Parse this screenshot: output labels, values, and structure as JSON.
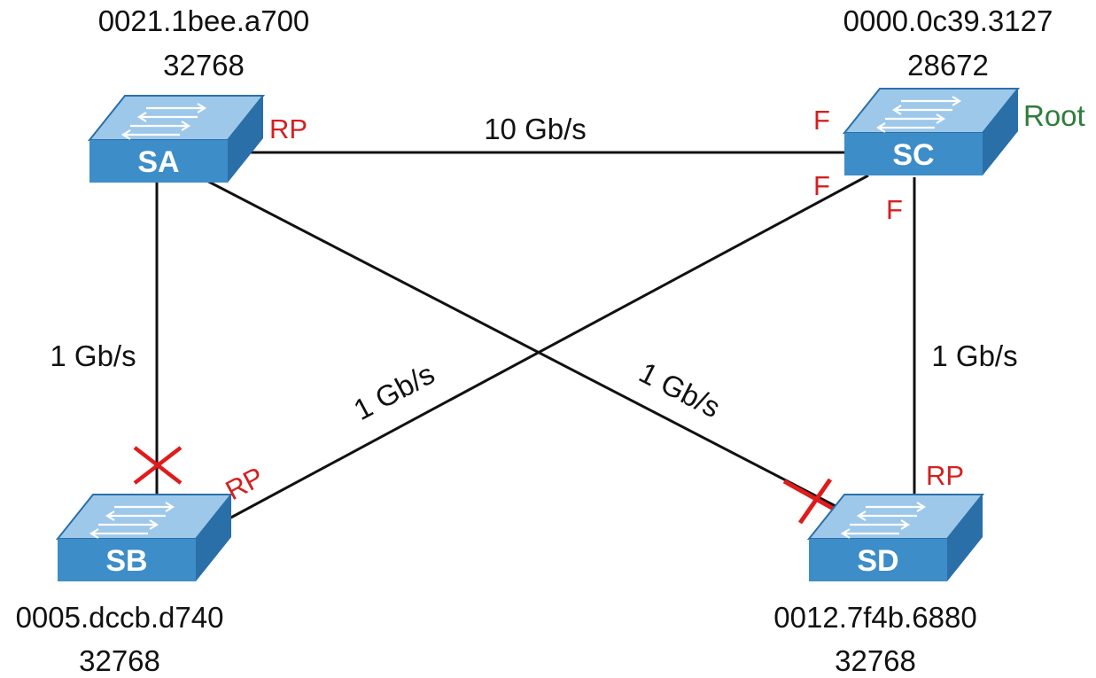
{
  "colors": {
    "link": "#111111",
    "port_role": "#d42020",
    "root_label": "#2e7d3a",
    "blocked_mark": "#e01b1b",
    "switch_front": "#3d8dc9",
    "switch_top": "#9ec8ea",
    "switch_side": "#2a6fa8"
  },
  "switches": [
    {
      "id": "SA",
      "name": "SA",
      "mac": "0021.1bee.a700",
      "priority": "32768"
    },
    {
      "id": "SC",
      "name": "SC",
      "mac": "0000.0c39.3127",
      "priority": "28672",
      "tag": "Root"
    },
    {
      "id": "SB",
      "name": "SB",
      "mac": "0005.dccb.d740",
      "priority": "32768"
    },
    {
      "id": "SD",
      "name": "SD",
      "mac": "0012.7f4b.6880",
      "priority": "32768"
    }
  ],
  "links": [
    {
      "from": "SA",
      "to": "SC",
      "speed": "10 Gb/s"
    },
    {
      "from": "SA",
      "to": "SB",
      "speed": "1 Gb/s",
      "blocked_at": "SB"
    },
    {
      "from": "SC",
      "to": "SB",
      "speed": "1 Gb/s"
    },
    {
      "from": "SA",
      "to": "SD",
      "speed": "1 Gb/s",
      "blocked_at": "SD"
    },
    {
      "from": "SC",
      "to": "SD",
      "speed": "1 Gb/s"
    }
  ],
  "port_roles": {
    "sa_to_sc": "RP",
    "sc_to_sa": "F",
    "sc_to_sb": "F",
    "sc_to_sd": "F",
    "sb_to_sc": "RP",
    "sd_to_sc": "RP"
  }
}
